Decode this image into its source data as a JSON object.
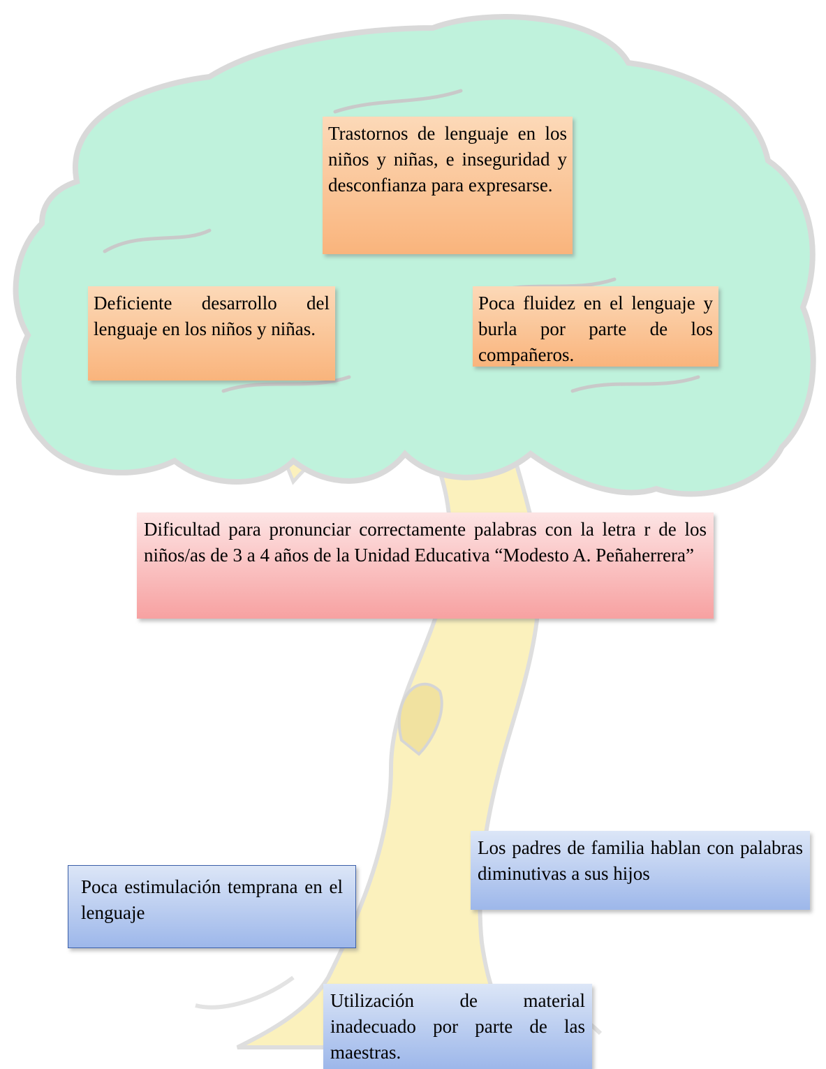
{
  "effects": [
    {
      "id": "trastornos",
      "text": "Trastornos de lenguaje en los niños y niñas, e inseguridad y desconfianza para expresarse."
    },
    {
      "id": "deficiente",
      "text": "Deficiente desarrollo del lenguaje en los niños y niñas."
    },
    {
      "id": "poca-fluidez",
      "text": "Poca fluidez en el lenguaje y burla por parte de los compañeros."
    }
  ],
  "problem": {
    "text": "Dificultad para pronunciar correctamente palabras con la letra r de los niños/as de 3 a 4 años de la Unidad Educativa “Modesto A. Peñaherrera”"
  },
  "causes": [
    {
      "id": "padres",
      "text": "Los padres de familia hablan con palabras diminutivas a sus hijos"
    },
    {
      "id": "estimulacion",
      "text": "Poca estimulación temprana en el lenguaje"
    },
    {
      "id": "material",
      "text": "Utilización de material inadecuado por parte de las maestras."
    }
  ],
  "colors": {
    "canopy_fill": "#bff2dc",
    "canopy_outline": "#d9d9d9",
    "trunk_fill": "#fbf1bd",
    "trunk_outline": "#dedede",
    "effect_box": "#f9b47c",
    "problem_box": "#f7a1a1",
    "cause_box": "#9db7ea"
  }
}
